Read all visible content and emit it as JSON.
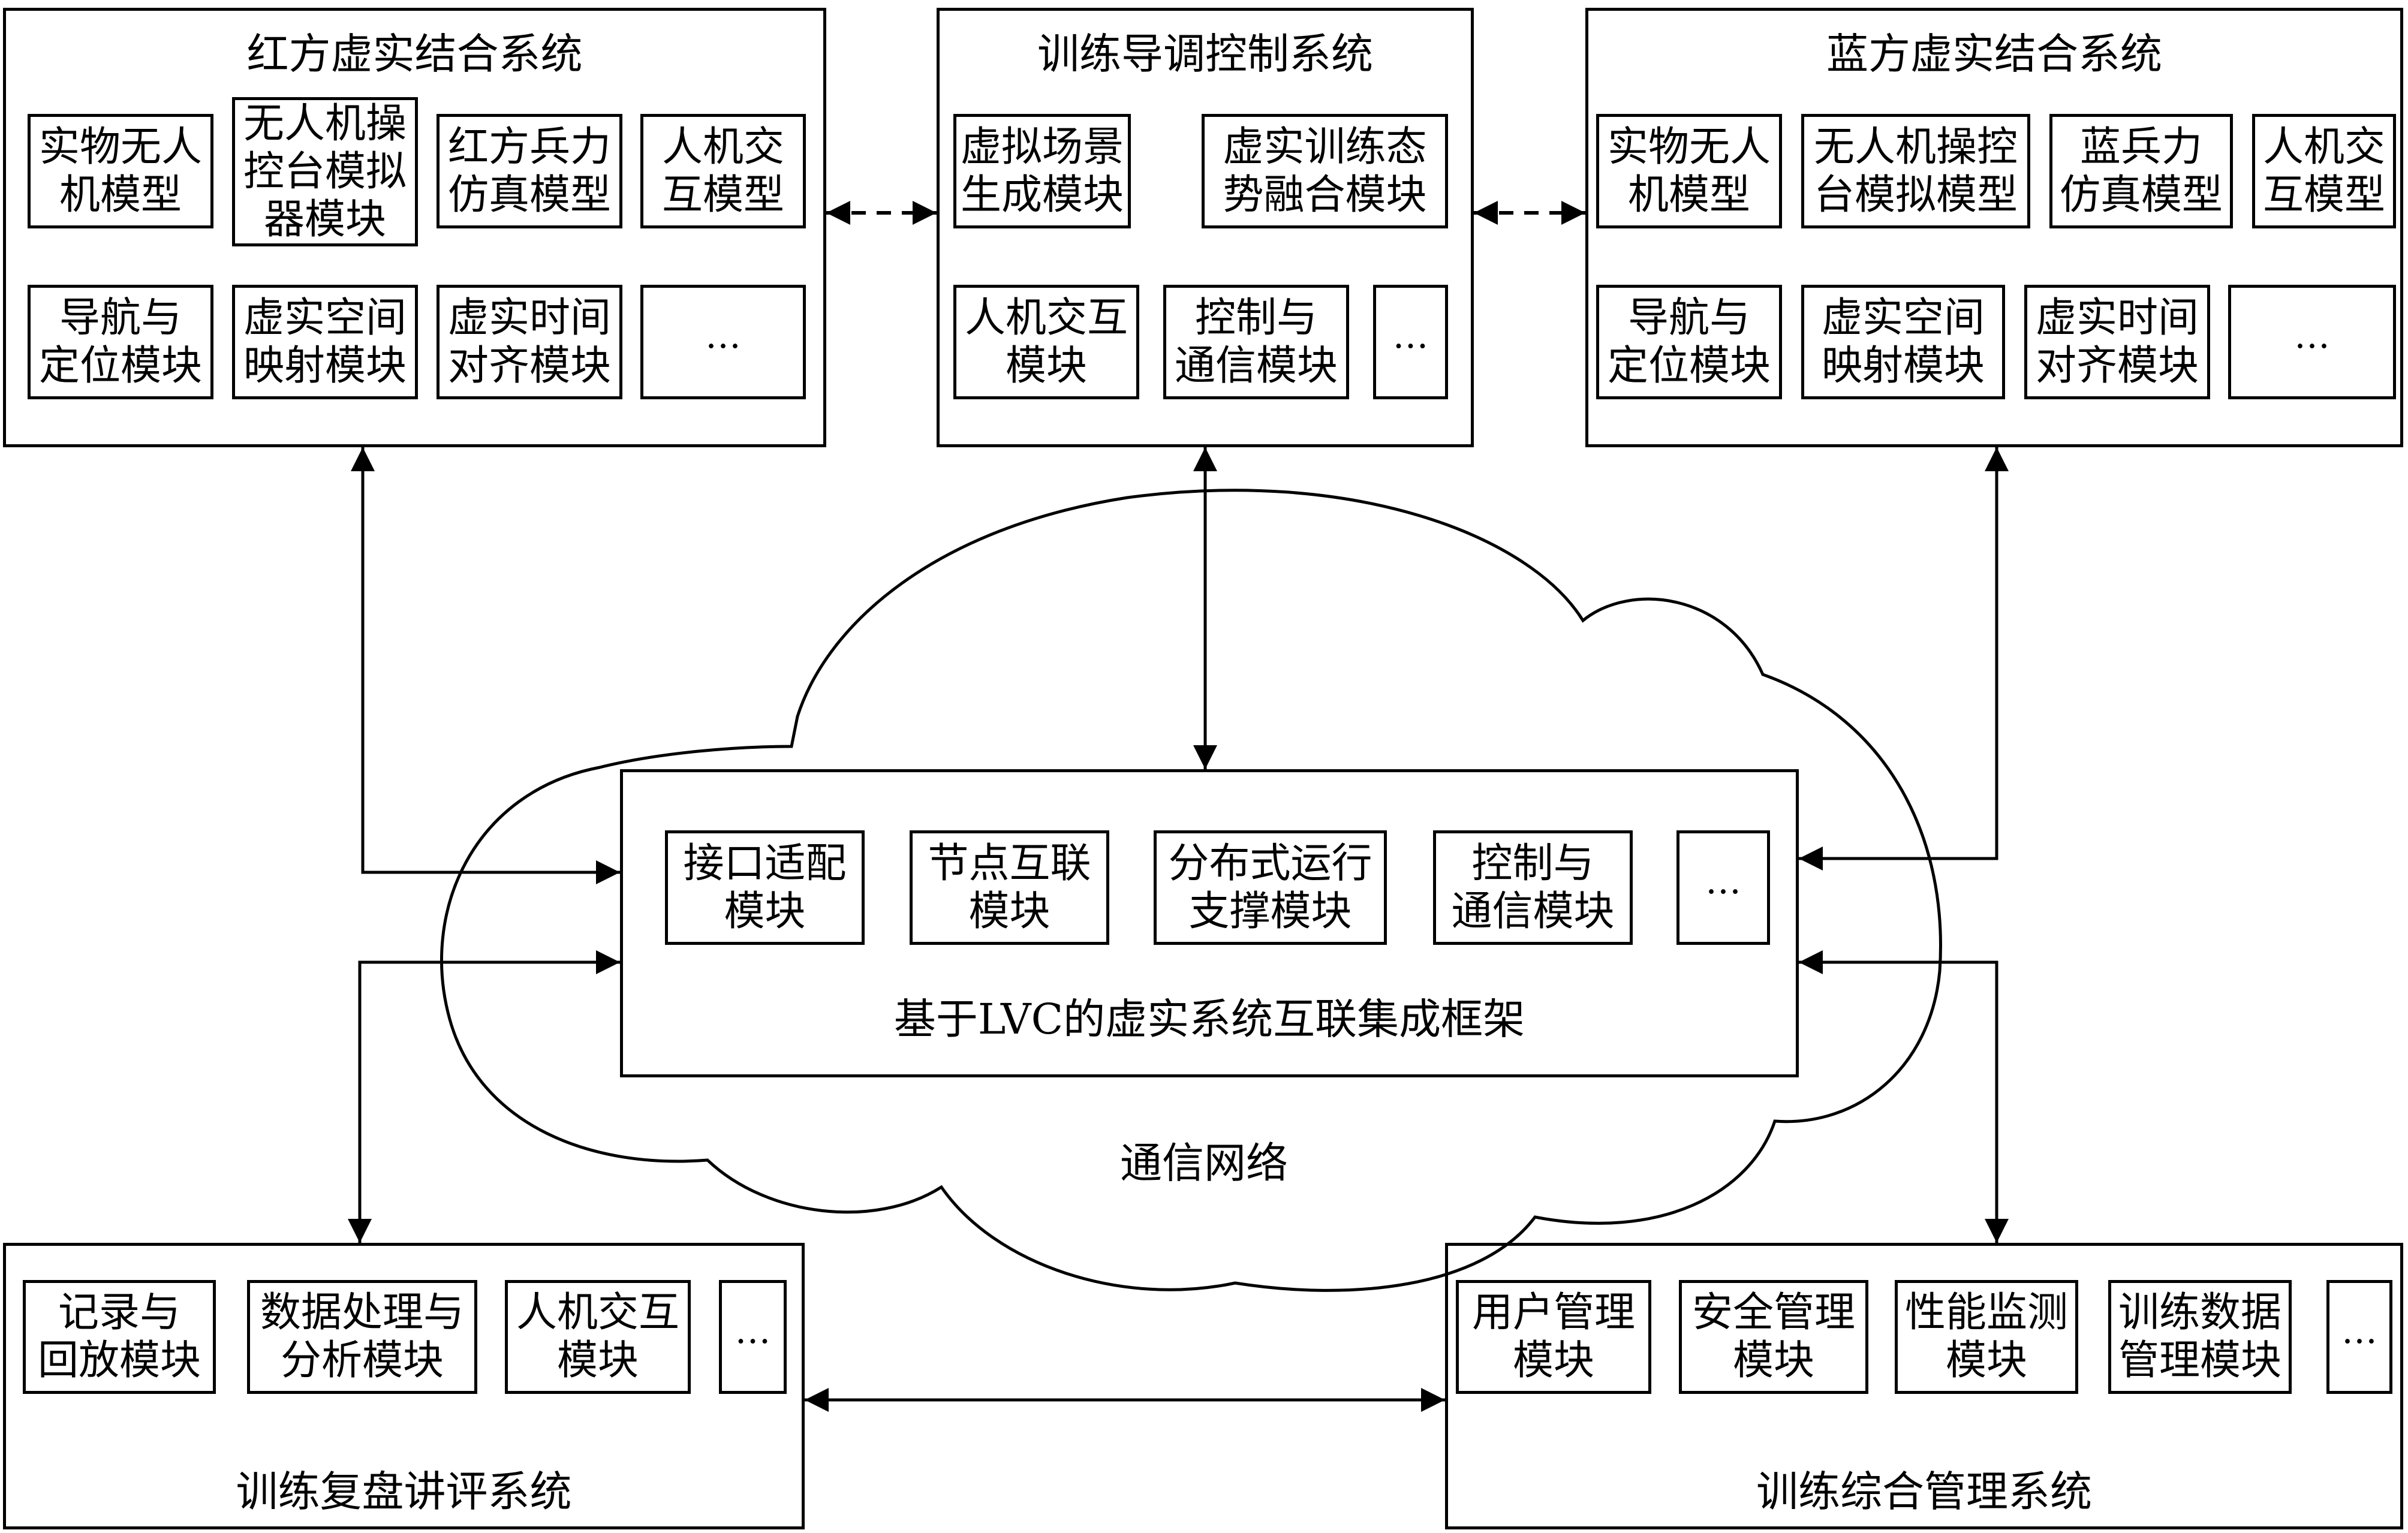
{
  "red_system": {
    "title": "红方虚实结合系统",
    "modules": [
      {
        "line1": "实物无人",
        "line2": "机模型"
      },
      {
        "line1": "无人机操",
        "line2": "控台模拟",
        "line3": "器模块"
      },
      {
        "line1": "红方兵力",
        "line2": "仿真模型"
      },
      {
        "line1": "人机交",
        "line2": "互模型"
      },
      {
        "line1": "导航与",
        "line2": "定位模块"
      },
      {
        "line1": "虚实空间",
        "line2": "映射模块"
      },
      {
        "line1": "虚实时间",
        "line2": "对齐模块"
      },
      {
        "line1": "…"
      }
    ]
  },
  "control_system": {
    "title": "训练导调控制系统",
    "modules": [
      {
        "line1": "虚拟场景",
        "line2": "生成模块"
      },
      {
        "line1": "虚实训练态",
        "line2": "势融合模块"
      },
      {
        "line1": "人机交互",
        "line2": "模块"
      },
      {
        "line1": "控制与",
        "line2": "通信模块"
      },
      {
        "line1": "…"
      }
    ]
  },
  "blue_system": {
    "title": "蓝方虚实结合系统",
    "modules": [
      {
        "line1": "实物无人",
        "line2": "机模型"
      },
      {
        "line1": "无人机操控",
        "line2": "台模拟模型"
      },
      {
        "line1": "蓝兵力",
        "line2": "仿真模型"
      },
      {
        "line1": "人机交",
        "line2": "互模型"
      },
      {
        "line1": "导航与",
        "line2": "定位模块"
      },
      {
        "line1": "虚实空间",
        "line2": "映射模块"
      },
      {
        "line1": "虚实时间",
        "line2": "对齐模块"
      },
      {
        "line1": "…"
      }
    ]
  },
  "framework": {
    "title": "基于LVC的虚实系统互联集成框架",
    "modules": [
      {
        "line1": "接口适配",
        "line2": "模块"
      },
      {
        "line1": "节点互联",
        "line2": "模块"
      },
      {
        "line1": "分布式运行",
        "line2": "支撑模块"
      },
      {
        "line1": "控制与",
        "line2": "通信模块"
      },
      {
        "line1": "…"
      }
    ]
  },
  "network": {
    "label": "通信网络"
  },
  "review_system": {
    "title": "训练复盘讲评系统",
    "modules": [
      {
        "line1": "记录与",
        "line2": "回放模块"
      },
      {
        "line1": "数据处理与",
        "line2": "分析模块"
      },
      {
        "line1": "人机交互",
        "line2": "模块"
      },
      {
        "line1": "…"
      }
    ]
  },
  "management_system": {
    "title": "训练综合管理系统",
    "modules": [
      {
        "line1": "用户管理",
        "line2": "模块"
      },
      {
        "line1": "安全管理",
        "line2": "模块"
      },
      {
        "line1": "性能监测",
        "line2": "模块"
      },
      {
        "line1": "训练数据",
        "line2": "管理模块"
      },
      {
        "line1": "…"
      }
    ]
  },
  "connections": [
    {
      "from": "red_system",
      "to": "control_system",
      "style": "dashed",
      "direction": "bidirectional"
    },
    {
      "from": "control_system",
      "to": "blue_system",
      "style": "dashed",
      "direction": "bidirectional"
    },
    {
      "from": "red_system",
      "to": "framework",
      "style": "solid",
      "direction": "bidirectional"
    },
    {
      "from": "control_system",
      "to": "framework",
      "style": "solid",
      "direction": "bidirectional"
    },
    {
      "from": "blue_system",
      "to": "framework",
      "style": "solid",
      "direction": "bidirectional"
    },
    {
      "from": "review_system",
      "to": "framework",
      "style": "solid",
      "direction": "bidirectional"
    },
    {
      "from": "management_system",
      "to": "framework",
      "style": "solid",
      "direction": "bidirectional"
    },
    {
      "from": "review_system",
      "to": "management_system",
      "style": "solid",
      "direction": "bidirectional"
    }
  ]
}
